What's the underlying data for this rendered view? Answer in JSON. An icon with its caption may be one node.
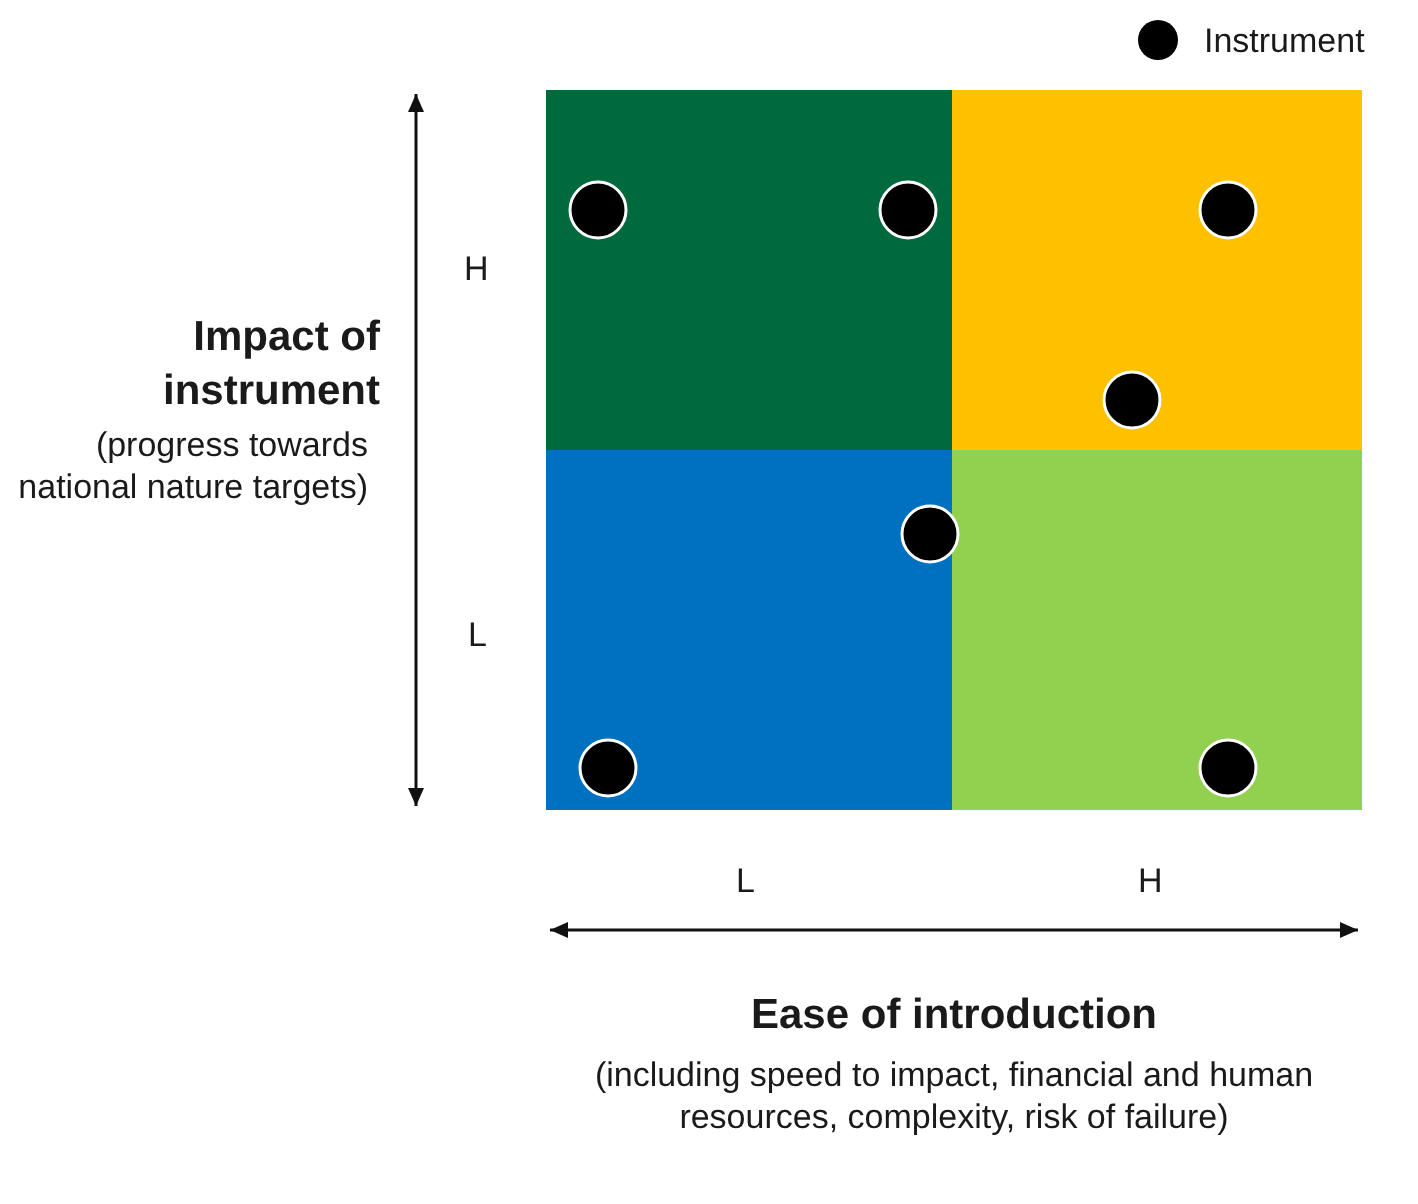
{
  "diagram": {
    "labels": [
      "H",
      "L",
      "Impact of instrument",
      "(progress towards national nature targets)",
      "L",
      "H",
      "Ease of introduction",
      "(including speed to impact, financial and human resources, complexity, risk of failure)"
    ],
    "legend": [
      {
        "text": "Instrument"
      }
    ]
  }
}
